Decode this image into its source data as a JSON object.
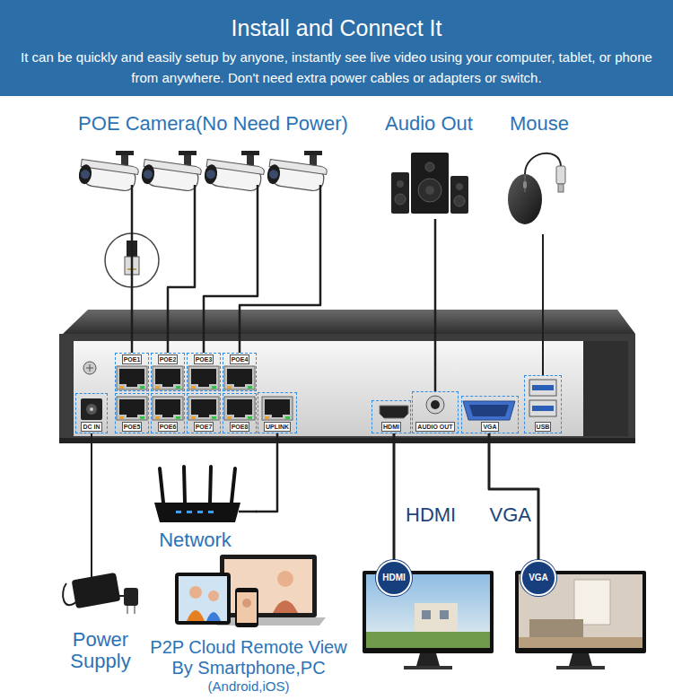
{
  "diagram": {
    "title": "Install and Connect It",
    "nodes": [
      {
        "text": [
          "POE Camera(No Need Power)"
        ]
      },
      {
        "text": [
          "Audio Out"
        ]
      },
      {
        "text": [
          "Mouse"
        ]
      },
      {
        "text": [
          "POE1"
        ]
      },
      {
        "text": [
          "POE2"
        ]
      },
      {
        "text": [
          "POE3"
        ]
      },
      {
        "text": [
          "POE4"
        ]
      },
      {
        "text": [
          "POE5"
        ]
      },
      {
        "text": [
          "POE6"
        ]
      },
      {
        "text": [
          "POE7"
        ]
      },
      {
        "text": [
          "POE8"
        ]
      },
      {
        "text": [
          "DC IN"
        ]
      },
      {
        "text": [
          "UPLINK"
        ]
      },
      {
        "text": [
          "HDMI"
        ]
      },
      {
        "text": [
          "AUDIO OUT"
        ]
      },
      {
        "text": [
          "VGA"
        ]
      },
      {
        "text": [
          "USB"
        ]
      },
      {
        "text": [
          "Network"
        ]
      },
      {
        "text": [
          "HDMI"
        ]
      },
      {
        "text": [
          "VGA"
        ]
      },
      {
        "text": [
          "Power Supply"
        ]
      },
      {
        "text": [
          "P2P Cloud Remote View By Smartphone,PC",
          "(Android,iOS)"
        ]
      }
    ],
    "edges": [
      {
        "from": 0,
        "to": 3,
        "arrow": "none"
      },
      {
        "from": 0,
        "to": 4,
        "arrow": "none"
      },
      {
        "from": 0,
        "to": 5,
        "arrow": "none"
      },
      {
        "from": 0,
        "to": 6,
        "arrow": "none"
      },
      {
        "from": 1,
        "to": 14,
        "arrow": "none"
      },
      {
        "from": 2,
        "to": 16,
        "arrow": "none"
      },
      {
        "from": 17,
        "to": 12,
        "arrow": "none"
      },
      {
        "from": 13,
        "to": 18,
        "label": "HDMI",
        "arrow": "none"
      },
      {
        "from": 15,
        "to": 19,
        "label": "VGA",
        "arrow": "none"
      },
      {
        "from": 20,
        "to": 11,
        "arrow": "none"
      }
    ],
    "labels": [
      "It can be quickly and easily setup by anyone, instantly see live video using your computer, tablet, or phone from anywhere. Don't need extra power cables or adapters or switch."
    ]
  }
}
